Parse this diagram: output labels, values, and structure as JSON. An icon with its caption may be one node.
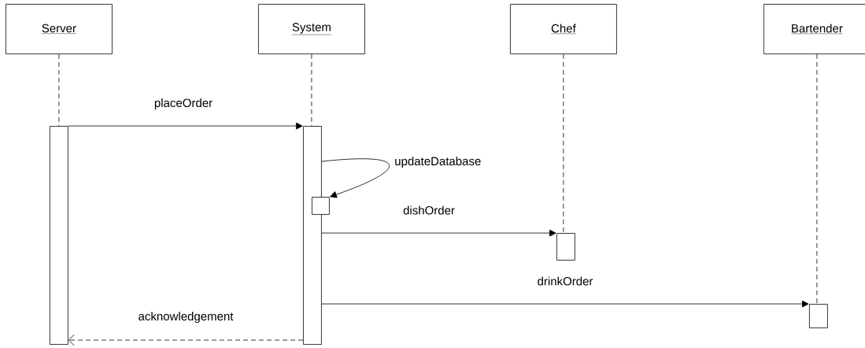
{
  "diagram": {
    "nodes": [
      {
        "text": [
          "Server"
        ]
      },
      {
        "text": [
          "System"
        ]
      },
      {
        "text": [
          "Chef"
        ]
      },
      {
        "text": [
          "Bartender"
        ]
      },
      {
        "text": [],
        "shape": "bar"
      },
      {
        "text": [],
        "shape": "bar"
      },
      {
        "text": [],
        "shape": "bar"
      },
      {
        "text": [],
        "shape": "bar"
      },
      {
        "text": [],
        "shape": "bar"
      }
    ],
    "edges": [
      {
        "from": 0,
        "to": 4,
        "arrow": "none",
        "style": "dashed"
      },
      {
        "from": 1,
        "to": 5,
        "arrow": "none",
        "style": "dashed"
      },
      {
        "from": 2,
        "to": 7,
        "arrow": "none",
        "style": "dashed"
      },
      {
        "from": 3,
        "to": 8,
        "arrow": "none",
        "style": "dashed"
      },
      {
        "from": 4,
        "to": 5,
        "arrow": "to",
        "label": "placeOrder"
      },
      {
        "from": 5,
        "to": 6,
        "arrow": "to",
        "label": "updateDatabase"
      },
      {
        "from": 5,
        "to": 7,
        "arrow": "to",
        "label": "dishOrder"
      },
      {
        "from": 5,
        "to": 8,
        "arrow": "to",
        "label": "drinkOrder"
      },
      {
        "from": 5,
        "to": 4,
        "arrow": "to",
        "label": "acknowledgement",
        "style": "dashed"
      }
    ]
  }
}
